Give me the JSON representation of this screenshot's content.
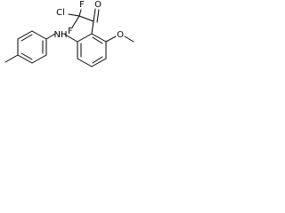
{
  "structure": {
    "atoms": {
      "cl": "Cl",
      "f_top": "F",
      "o_ketone": "O",
      "f_left": "F",
      "nh": "NH",
      "o_methoxy": "O"
    }
  }
}
